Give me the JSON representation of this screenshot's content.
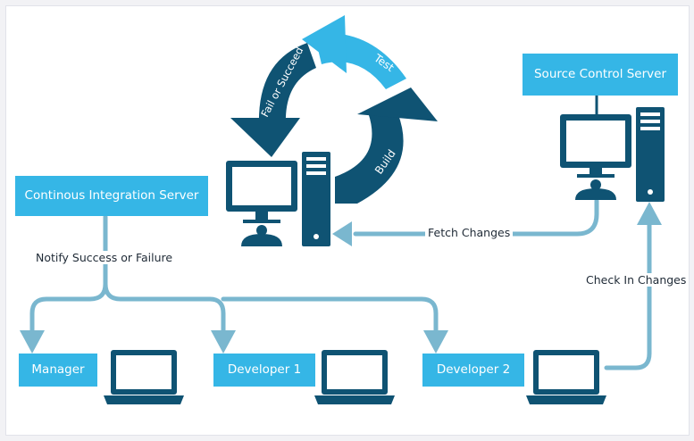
{
  "nodes": {
    "ci_server": "Continous Integration Server",
    "source_control": "Source Control Server",
    "manager": "Manager",
    "developer1": "Developer 1",
    "developer2": "Developer 2"
  },
  "cycle": {
    "test": "Test",
    "build": "Build",
    "fail_or_succeed": "Fail or Succeed"
  },
  "flows": {
    "fetch_changes": "Fetch Changes",
    "notify": "Notify Success or Failure",
    "check_in": "Check In Changes"
  },
  "colors": {
    "accent": "#35b6e6",
    "dark": "#0f5373",
    "connector": "#7ab7cf"
  },
  "icons": [
    "desktop-computer-icon",
    "tower-icon",
    "person-icon",
    "laptop-icon",
    "cycle-arrow-icon"
  ]
}
